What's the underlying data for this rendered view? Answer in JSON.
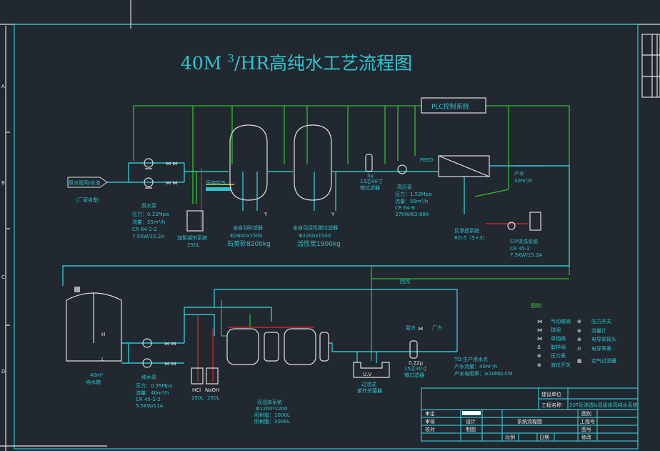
{
  "title": {
    "main": "40M ",
    "sup": "3",
    "rest": "/HR高纯水工艺流程图"
  },
  "ruler": {
    "rows": [
      "A",
      "B",
      "C",
      "D"
    ]
  },
  "plc": {
    "label": "PLC控制系统"
  },
  "raw_water": {
    "source": "原水管网/水池",
    "note": "（厂家自备）",
    "pump": {
      "name": "原水泵",
      "pressure": "压力：0.32Mpa",
      "flow": "流量：55m³/h",
      "model": "CR 64-2-2",
      "power": "7.5KW/15.2A"
    }
  },
  "dosing": {
    "name": "加絮凝剂系统",
    "volume": "250L",
    "air_label": "压缩空气"
  },
  "sand_filter": {
    "name": "全自动砂滤器",
    "size": "Φ2600x1500",
    "media": "石英砂8200kg"
  },
  "carbon_filter": {
    "name": "全自动活性碳过滤器",
    "size": "Φ2200x1500",
    "media": "活性炭1900kg"
  },
  "micro_filter_1": {
    "spec": "5μ",
    "name1": "15芯40寸",
    "name2": "微过滤器"
  },
  "hp_pump": {
    "name": "高压泵",
    "pressure": "压力：1.52Mpa",
    "flow": "流量：55m³/h",
    "model": "CR 64-6",
    "power": "37KW/63-68A"
  },
  "ro": {
    "feed": "FEED",
    "name": "反渗透系统",
    "model": "RO-5（5+3）"
  },
  "product": {
    "label": "产水",
    "flow": "40m³/h"
  },
  "cip": {
    "name": "CIP清洗系统",
    "model": "CR 45-2",
    "power": "7.5KW/15.2A"
  },
  "return_label": "回流",
  "tank": {
    "volume": "40m³",
    "name": "纯水箱",
    "high": "H",
    "low": "L"
  },
  "pure_pump": {
    "name": "纯水泵",
    "pressure": "压力：0.35Mpa",
    "flow": "流量：40m³/h",
    "model": "CR 45-2-2",
    "power": "5.5KW/11A"
  },
  "acid": {
    "name": "HCl",
    "volume": "250L"
  },
  "base": {
    "name": "NaOH",
    "volume": "250L"
  },
  "mixed_bed": {
    "name": "双混床系统",
    "size": "Φ1200*2200",
    "cation": "阳树脂：1000L",
    "anion": "阴树脂：2000L"
  },
  "uv": {
    "label": "U.V",
    "name1": "过流式",
    "name2": "紫外杀菌器"
  },
  "micro_filter_2": {
    "spec": "0.22μ",
    "name1": "15芯30寸",
    "name2": "微过滤器"
  },
  "split": {
    "left": "我方",
    "right": "厂方"
  },
  "output": {
    "to": "TO:生产用水点",
    "flow": "产水流量：40m³/h",
    "resistivity": "产水电阻率：≥10MΩ.CM"
  },
  "legend": {
    "title": "图例:",
    "items": [
      {
        "icon": "pneumatic-butterfly-valve",
        "label": "气动蝶阀"
      },
      {
        "icon": "ball-valve",
        "label": "球阀"
      },
      {
        "icon": "check-valve",
        "label": "单相阀"
      },
      {
        "icon": "sampling-valve",
        "label": "取样阀"
      },
      {
        "icon": "pressure-gauge",
        "label": "压力表"
      },
      {
        "icon": "level-switch",
        "label": "液位开关"
      },
      {
        "icon": "pressure-switch",
        "label": "压力开关"
      },
      {
        "icon": "flow-meter",
        "label": "流量计"
      },
      {
        "icon": "conductivity-probe",
        "label": "电导率探头"
      },
      {
        "icon": "conductivity-meter",
        "label": "电导率表"
      },
      {
        "icon": "air-filter",
        "label": "空气过滤器"
      }
    ]
  },
  "title_block": {
    "client": "建设单位",
    "project": "工程名称",
    "project_value": "30T反渗透&双级床高纯水系统",
    "approve": "审定",
    "review": "审核",
    "check": "校对",
    "design": "设计",
    "draw": "制图",
    "drawing_name": "系统流程图",
    "category": "图别",
    "project_no": "工程号",
    "drawing_no": "图号",
    "scale": "比例",
    "date": "日期",
    "revision": "修改"
  },
  "colors": {
    "background": "#212830",
    "pipe": "#2fc4cf",
    "control": "#2ec02e",
    "chemical": "#c8282a",
    "equipment": "#e0e0e0"
  }
}
